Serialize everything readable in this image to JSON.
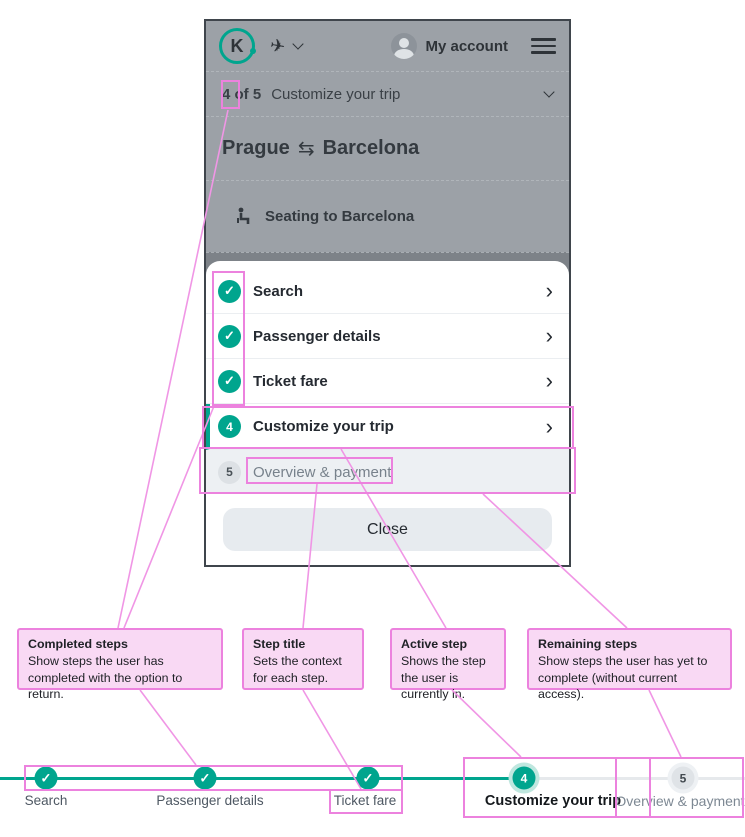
{
  "colors": {
    "teal": "#00a58e",
    "annotation_pink": "#ec82de",
    "annotation_fill": "#f9d9f4"
  },
  "icons": {
    "check": "✓",
    "chevron_right": "›",
    "swap": "⇆",
    "plane": "✈",
    "logo_letter": "K"
  },
  "header": {
    "account_label": "My account"
  },
  "stepbar": {
    "progress": "4 of 5",
    "title": "Customize your trip"
  },
  "trip": {
    "origin": "Prague",
    "destination": "Barcelona"
  },
  "seating": {
    "label": "Seating to Barcelona"
  },
  "steps": [
    {
      "label": "Search",
      "state": "completed"
    },
    {
      "label": "Passenger details",
      "state": "completed"
    },
    {
      "label": "Ticket fare",
      "state": "completed"
    },
    {
      "label": "Customize your trip",
      "state": "active",
      "number": "4"
    },
    {
      "label": "Overview & payment",
      "state": "remaining",
      "number": "5"
    }
  ],
  "close_button": {
    "label": "Close"
  },
  "annotations": [
    {
      "title": "Completed steps",
      "body": "Show steps the user has completed with the option to return."
    },
    {
      "title": "Step title",
      "body": "Sets the context for each step."
    },
    {
      "title": "Active step",
      "body": "Shows the step the user is currently in."
    },
    {
      "title": "Remaining steps",
      "body": "Show steps the user has yet to complete (without current access)."
    }
  ]
}
